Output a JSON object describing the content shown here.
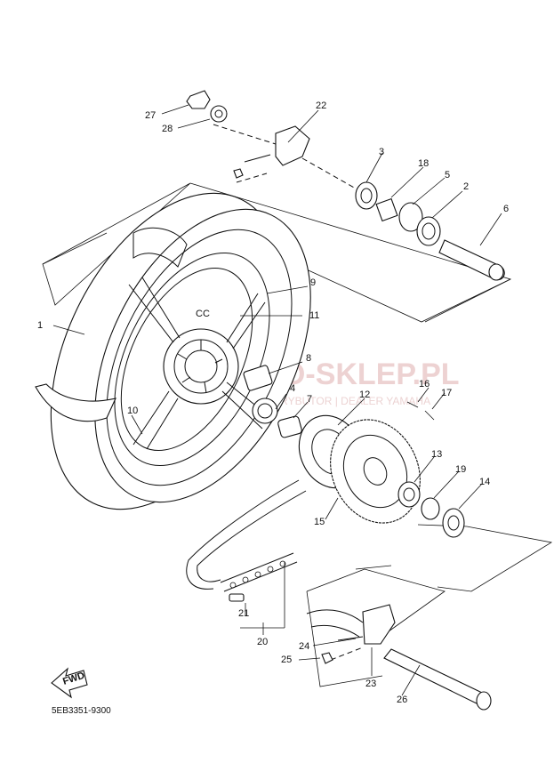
{
  "diagram": {
    "code": "5EB3351-9300",
    "fwd_label": "FWD",
    "watermark": {
      "main": "MOTO-SKLEP.PL",
      "sub": "OFICJALNY DYSTRYBUTOR | DEALER YAMAHA"
    },
    "callouts": [
      {
        "id": "c1",
        "label": "1"
      },
      {
        "id": "c2",
        "label": "2"
      },
      {
        "id": "c3",
        "label": "3"
      },
      {
        "id": "c4",
        "label": "4"
      },
      {
        "id": "c5",
        "label": "5"
      },
      {
        "id": "c6",
        "label": "6"
      },
      {
        "id": "c7",
        "label": "7"
      },
      {
        "id": "c8",
        "label": "8"
      },
      {
        "id": "c9",
        "label": "9"
      },
      {
        "id": "c10",
        "label": "10"
      },
      {
        "id": "c11",
        "label": "11"
      },
      {
        "id": "c12",
        "label": "12"
      },
      {
        "id": "c13",
        "label": "13"
      },
      {
        "id": "c14",
        "label": "14"
      },
      {
        "id": "c15",
        "label": "15"
      },
      {
        "id": "c16",
        "label": "16"
      },
      {
        "id": "c17",
        "label": "17"
      },
      {
        "id": "c18",
        "label": "18"
      },
      {
        "id": "c19",
        "label": "19"
      },
      {
        "id": "c20",
        "label": "20"
      },
      {
        "id": "c21",
        "label": "21"
      },
      {
        "id": "c22",
        "label": "22"
      },
      {
        "id": "c23",
        "label": "23"
      },
      {
        "id": "c24",
        "label": "24"
      },
      {
        "id": "c25",
        "label": "25"
      },
      {
        "id": "c26",
        "label": "26"
      },
      {
        "id": "c27",
        "label": "27"
      },
      {
        "id": "c28",
        "label": "28"
      }
    ]
  }
}
